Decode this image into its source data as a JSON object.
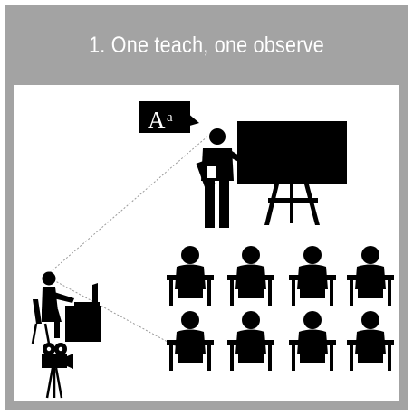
{
  "card": {
    "title": "1. One teach, one observe"
  },
  "speech_bubble": {
    "big_letter": "A",
    "small_letter": "a"
  },
  "colors": {
    "frame": "#a3a3a3",
    "panel": "#ffffff",
    "ink": "#000000",
    "sight_line": "#9a9a9a"
  },
  "icons": [
    "speech-bubble-icon",
    "teacher-with-pointer-icon",
    "blackboard-on-easel-icon",
    "observer-at-desk-icon",
    "laptop-icon",
    "movie-camera-on-tripod-icon",
    "student-at-desk-icon"
  ],
  "classroom": {
    "student_rows": 2,
    "students_per_row": 4
  }
}
